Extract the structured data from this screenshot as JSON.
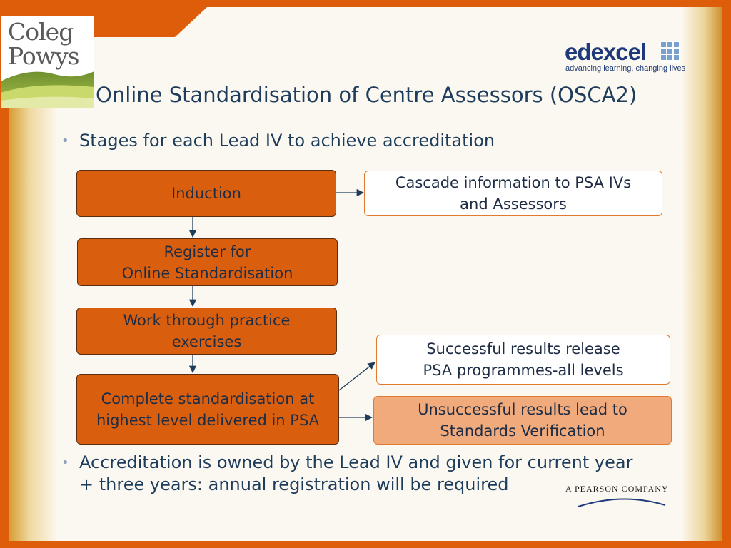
{
  "logo": {
    "line1": "Coleg",
    "line2": "Powys"
  },
  "brand": {
    "name": "edexcel",
    "tagline": "advancing learning, changing lives",
    "parent": "A PEARSON COMPANY"
  },
  "title": "Online Standardisation of Centre Assessors (OSCA2)",
  "bullets": [
    {
      "lines": [
        "Stages for each Lead IV to achieve accreditation"
      ]
    },
    {
      "lines": [
        "Accreditation is owned by the Lead IV and given for current year",
        "+ three years: annual registration will be required"
      ]
    }
  ],
  "flow": {
    "steps": [
      {
        "lines": [
          "Induction"
        ]
      },
      {
        "lines": [
          "Register for",
          "Online Standardisation"
        ]
      },
      {
        "lines": [
          "Work through practice",
          "exercises"
        ]
      },
      {
        "lines": [
          "Complete standardisation at",
          "highest level delivered in PSA"
        ]
      }
    ],
    "cascade": {
      "lines": [
        "Cascade information to PSA IVs",
        "and Assessors"
      ]
    },
    "success": {
      "lines": [
        "Successful results release",
        "PSA programmes-all levels"
      ]
    },
    "failure": {
      "lines": [
        "Unsuccessful results lead to",
        "Standards Verification"
      ]
    }
  },
  "colors": {
    "frame": "#dd5d0a",
    "step_fill": "#d95f0e",
    "failure_fill": "#f0aa7b",
    "text": "#1e3d5c",
    "brand_blue": "#1e3a7a"
  }
}
